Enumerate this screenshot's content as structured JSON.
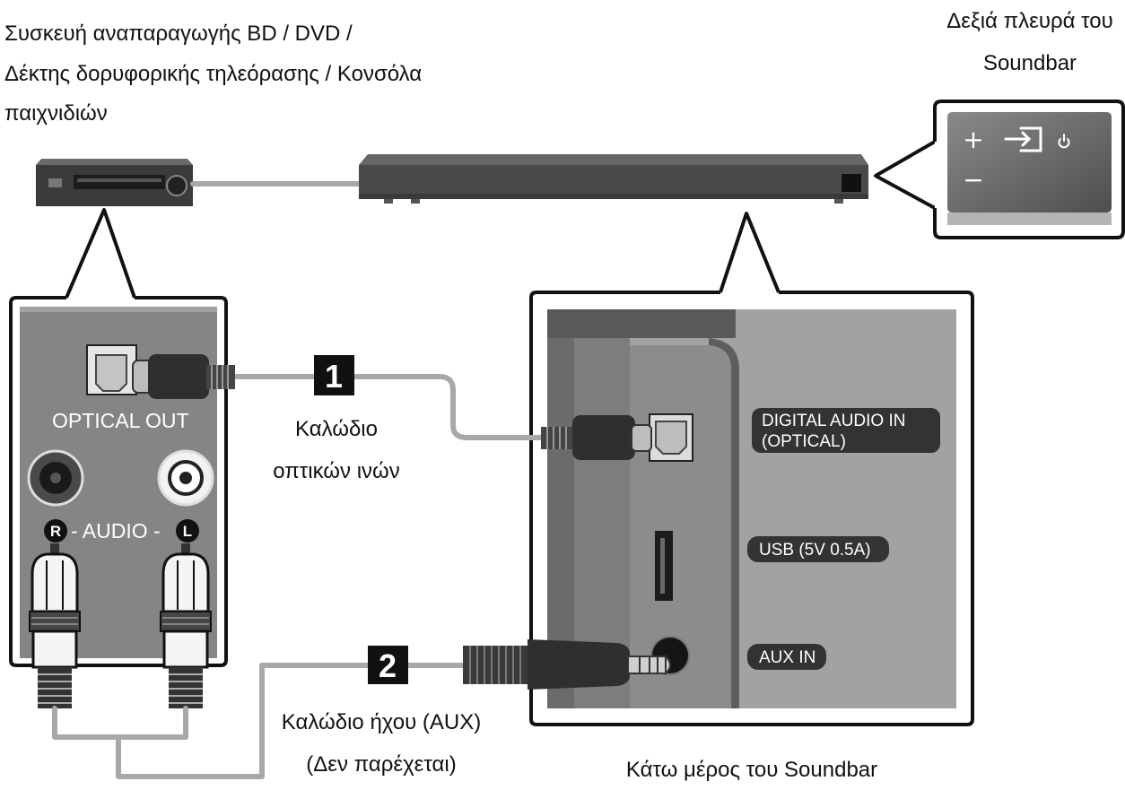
{
  "source_device": {
    "label_lines": [
      "Συσκευή αναπαραγωγής BD / DVD /",
      "Δέκτης δορυφορικής τηλεόρασης / Κονσόλα",
      "παιχνιδιών"
    ]
  },
  "soundbar_side": {
    "label_lines": [
      "Δεξιά πλευρά του",
      "Soundbar"
    ],
    "buttons": {
      "plus": "+",
      "minus": "−"
    },
    "icons": [
      "input-source-icon",
      "power-icon"
    ]
  },
  "source_panel": {
    "optical_out": "OPTICAL OUT",
    "audio": {
      "right": "R",
      "label": "- AUDIO -",
      "left": "L"
    }
  },
  "cables": [
    {
      "number": "1",
      "label_lines": [
        "Καλώδιο",
        "οπτικών ινών"
      ]
    },
    {
      "number": "2",
      "label_lines": [
        "Καλώδιο ήχου (AUX)",
        "(Δεν παρέχεται)"
      ]
    }
  ],
  "soundbar_bottom": {
    "caption": "Κάτω μέρος του Soundbar",
    "ports": {
      "optical_lines": [
        "DIGITAL AUDIO IN",
        "(OPTICAL)"
      ],
      "usb": "USB (5V 0.5A)",
      "aux": "AUX IN"
    }
  },
  "colors": {
    "cable": "#a8a8a8",
    "label_bg": "#333333",
    "device": "#3b3b3b"
  }
}
